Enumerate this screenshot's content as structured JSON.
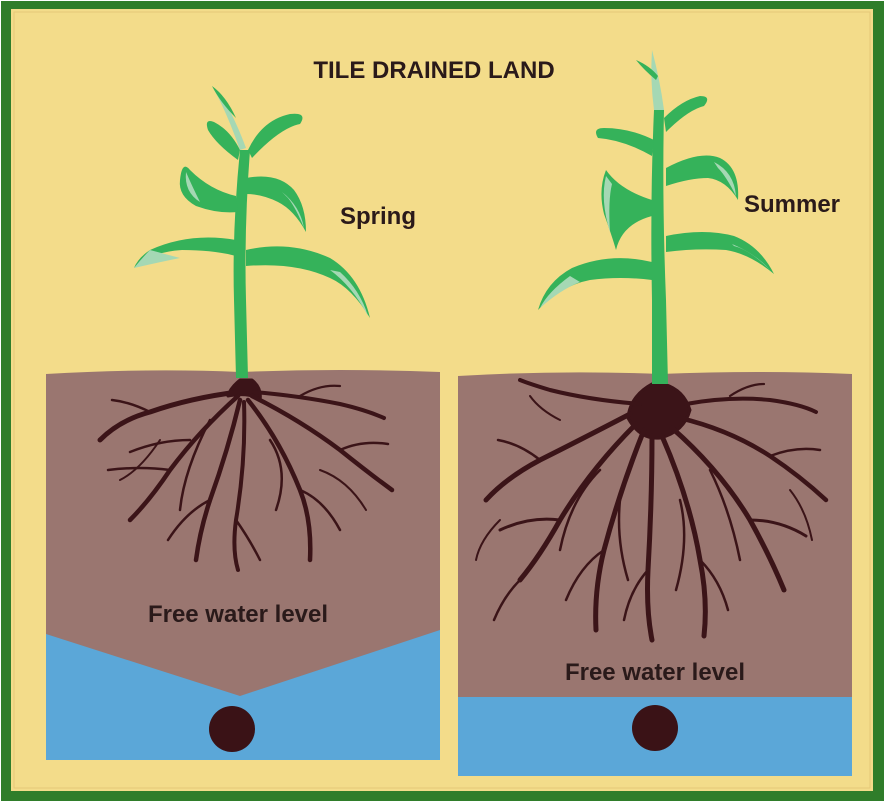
{
  "title": "TILE DRAINED LAND",
  "panels": [
    {
      "season": "Spring",
      "water_label": "Free water level"
    },
    {
      "season": "Summer",
      "water_label": "Free water level"
    }
  ],
  "colors": {
    "background": "#f3dc8a",
    "border": "#2f7d2a",
    "soil": "#9a7670",
    "water": "#5ba7d8",
    "roots": "#3b1418",
    "stem": "#35b25a",
    "leaf": "#a5d8b4",
    "tile": "#3a1216"
  }
}
